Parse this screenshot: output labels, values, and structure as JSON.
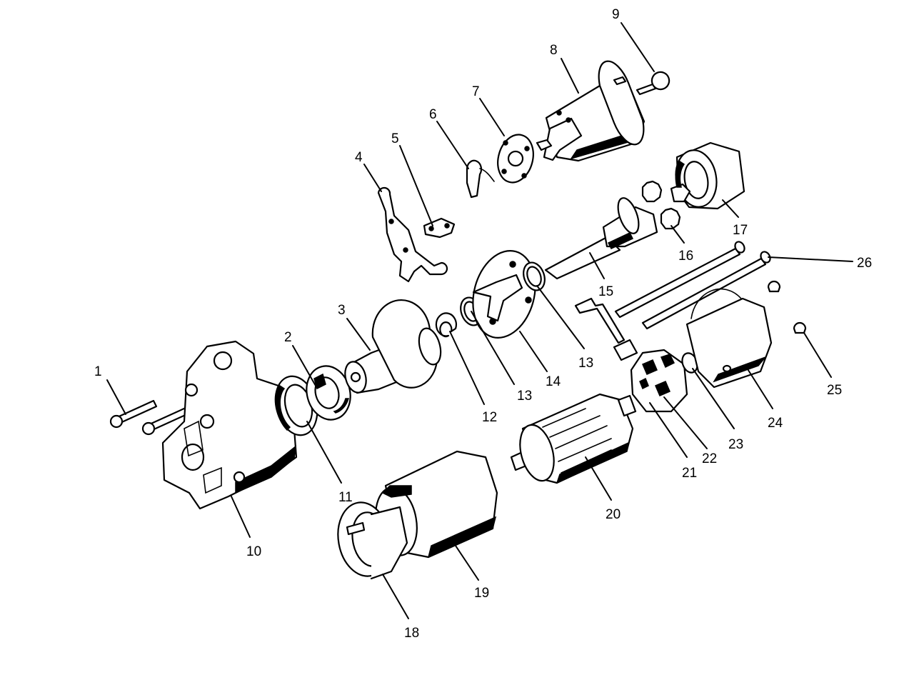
{
  "callouts": {
    "c1": "1",
    "c2": "2",
    "c3": "3",
    "c4": "4",
    "c5": "5",
    "c6": "6",
    "c7": "7",
    "c8": "8",
    "c9": "9",
    "c10": "10",
    "c11": "11",
    "c12": "12",
    "c13a": "13",
    "c13b": "13",
    "c14": "14",
    "c15": "15",
    "c16": "16",
    "c17": "17",
    "c18": "18",
    "c19": "19",
    "c20": "20",
    "c21": "21",
    "c22": "22",
    "c23": "23",
    "c24": "24",
    "c25": "25",
    "c26": "26"
  },
  "colors": {
    "line": "#000000",
    "background": "#ffffff"
  }
}
